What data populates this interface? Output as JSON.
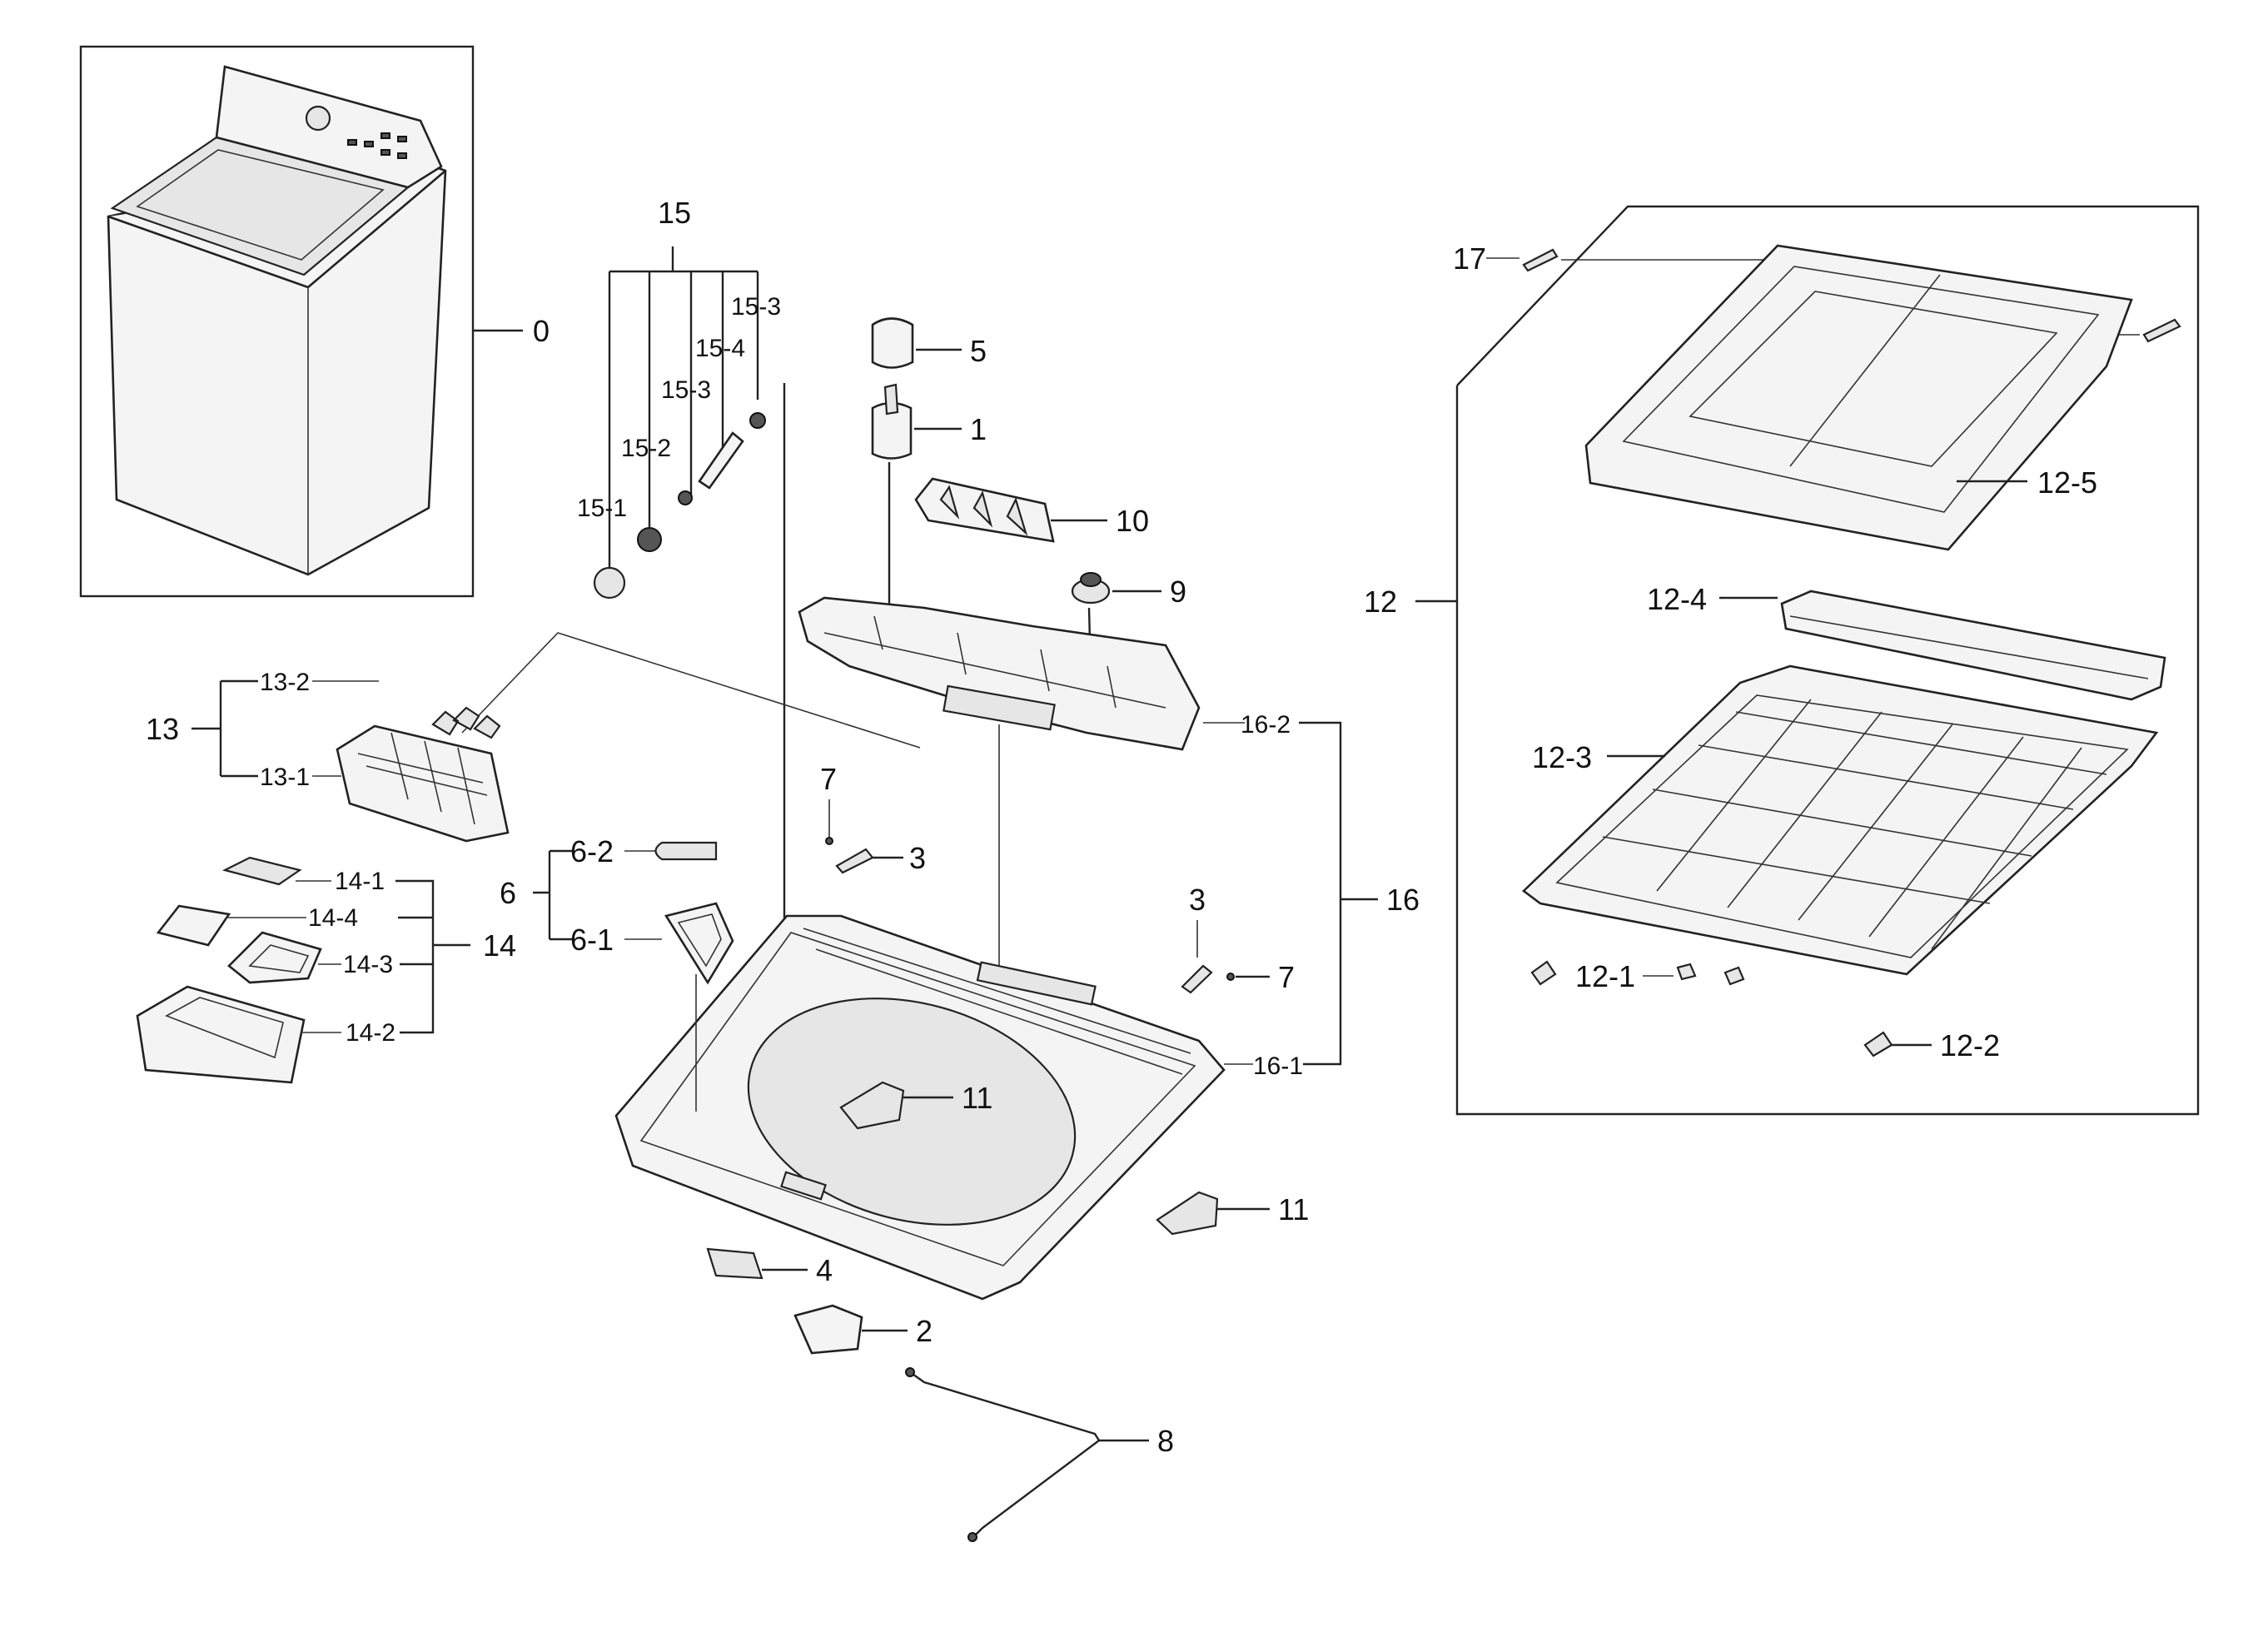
{
  "labels": {
    "l0": "0",
    "l1": "1",
    "l2": "2",
    "l3a": "3",
    "l3b": "3",
    "l4": "4",
    "l5": "5",
    "l6": "6",
    "l6_1": "6-1",
    "l6_2": "6-2",
    "l7a": "7",
    "l7b": "7",
    "l8": "8",
    "l9": "9",
    "l10": "10",
    "l11a": "11",
    "l11b": "11",
    "l12": "12",
    "l12_1": "12-1",
    "l12_2": "12-2",
    "l12_3": "12-3",
    "l12_4": "12-4",
    "l12_5": "12-5",
    "l13": "13",
    "l13_1": "13-1",
    "l13_2": "13-2",
    "l14": "14",
    "l14_1": "14-1",
    "l14_2": "14-2",
    "l14_3": "14-3",
    "l14_4": "14-4",
    "l15": "15",
    "l15_1": "15-1",
    "l15_2": "15-2",
    "l15_3a": "15-3",
    "l15_3b": "15-3",
    "l15_4": "15-4",
    "l16": "16",
    "l16_1": "16-1",
    "l16_2": "16-2",
    "l17": "17"
  }
}
